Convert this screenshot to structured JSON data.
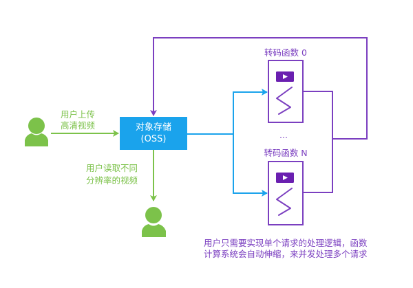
{
  "colors": {
    "user_green": "#7cc24a",
    "oss_blue": "#1aa3ec",
    "function_purple": "#7b3fc0",
    "play_badge": "#6a1fb0"
  },
  "nodes": {
    "uploader": {
      "icon": "user-icon"
    },
    "viewer": {
      "icon": "user-icon"
    },
    "oss": {
      "line1": "对象存储",
      "line2": "(OSS)"
    },
    "function_0": {
      "label": "转码函数 0",
      "icons": [
        "play-icon",
        "squiggle-icon"
      ]
    },
    "function_n": {
      "label": "转码函数 N",
      "icons": [
        "play-icon",
        "squiggle-icon"
      ]
    },
    "ellipsis": "..."
  },
  "edges": {
    "upload": {
      "line1": "用户上传",
      "line2": "高清视频"
    },
    "download": {
      "line1": "用户读取不同",
      "line2": "分辨率的视频"
    }
  },
  "caption": {
    "line1": "用户只需要实现单个请求的处理逻辑，函数",
    "line2": "计算系统会自动伸缩，来并发处理多个请求"
  }
}
